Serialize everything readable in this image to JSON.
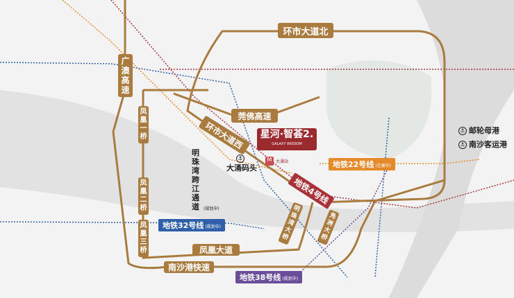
{
  "project": {
    "name": "星河·智荟2.",
    "subtitle": "GALAXY WISDOM",
    "station": "大涌站"
  },
  "roads": {
    "ring_north": "环市大道北",
    "ring_west": "环市大道西",
    "guangao": "广澳高速",
    "guanfo": "莞佛高速",
    "fenghuang_1": "凤凰一桥",
    "fenghuang_2": "凤凰二桥",
    "fenghuang_3": "凤凰三桥",
    "fenghuang_avenue": "凤凰大道",
    "nansha_express": "南沙港快速",
    "mingzhuwan_bridge": "明珠湾大桥",
    "fuzhou_bridge": "凫洲大桥",
    "channel": "明珠湾跨江通道",
    "channel_status": "(规划中)"
  },
  "metro": [
    {
      "name": "地铁4号线",
      "status": "",
      "color": "#a83238"
    },
    {
      "name": "地铁22号线",
      "status": "(在建中)",
      "color": "#e58a2a"
    },
    {
      "name": "地铁32号线",
      "status": "(规划中)",
      "color": "#2e5fa8"
    },
    {
      "name": "地铁38号线",
      "status": "(规划中)",
      "color": "#6b4e9a"
    }
  ],
  "ports": [
    "大涌码头",
    "邮轮母港",
    "南沙客运港"
  ],
  "colors": {
    "road": "#a97b3f",
    "project": "#9b2a2f"
  }
}
